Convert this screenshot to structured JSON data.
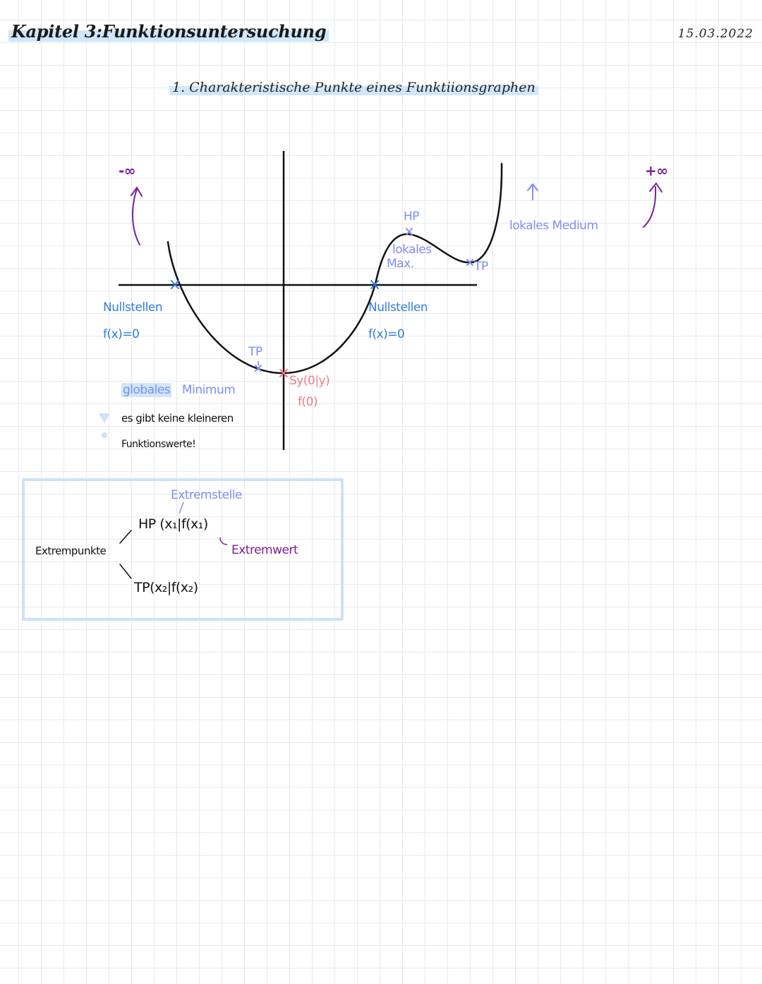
{
  "header": {
    "title": "Kapitel 3:Funktionsuntersuchung",
    "date": "15.03.2022"
  },
  "section": {
    "title": "1. Charakteristische Punkte eines Funktiionsgraphen"
  },
  "graph_labels": {
    "neg_infinity": "-∞",
    "pos_infinity": "+∞",
    "hp": "HP",
    "lokales_max_line1": "lokales",
    "lokales_max_line2": "Max.",
    "tp_right": "TP",
    "lokales_minimum": "lokales Medium",
    "tp_left": "TP",
    "nullstellen_left": "Nullstellen",
    "fx_left": "f(x)=0",
    "nullstellen_right": "Nullstellen",
    "fx_right": "f(x)=0",
    "sy_line1": "Sy(0|y)",
    "sy_line2": "f(0)",
    "globales": "globales",
    "minimum": "Minimum",
    "note_line1": "es gibt keine kleineren",
    "note_line2": "Funktionswerte!"
  },
  "extrema_box": {
    "extremstelle": "Extremstelle",
    "hp_formula": "HP (x₁|f(x₁)",
    "extrempunkte": "Extrempunkte",
    "extremwert": "Extremwert",
    "tp_formula": "TP(x₂|f(x₂)"
  },
  "colors": {
    "highlight": "#cfe6fb",
    "blue": "#2f7fe0",
    "lavender": "#7f8ef0",
    "purple": "#7a1f9a",
    "pink": "#ef7b86"
  }
}
